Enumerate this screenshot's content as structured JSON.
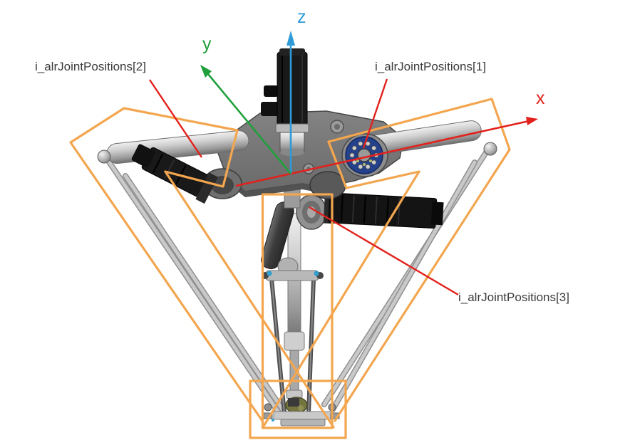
{
  "figure": {
    "background": "#ffffff",
    "annotations": {
      "joint1": "i_alrJointPositions[1]",
      "joint2": "i_alrJointPositions[2]",
      "joint3": "i_alrJointPositions[3]"
    },
    "axes": {
      "x": "x",
      "y": "y",
      "z": "z"
    },
    "colors": {
      "highlight_orange": "#F3A64F",
      "annotation_red": "#E2211C",
      "axis_x_red": "#E2211C",
      "axis_y_green": "#1FA03C",
      "axis_z_blue": "#2E9BD8",
      "label_text": "#3B3B3B",
      "background": "#FFFFFF"
    }
  }
}
